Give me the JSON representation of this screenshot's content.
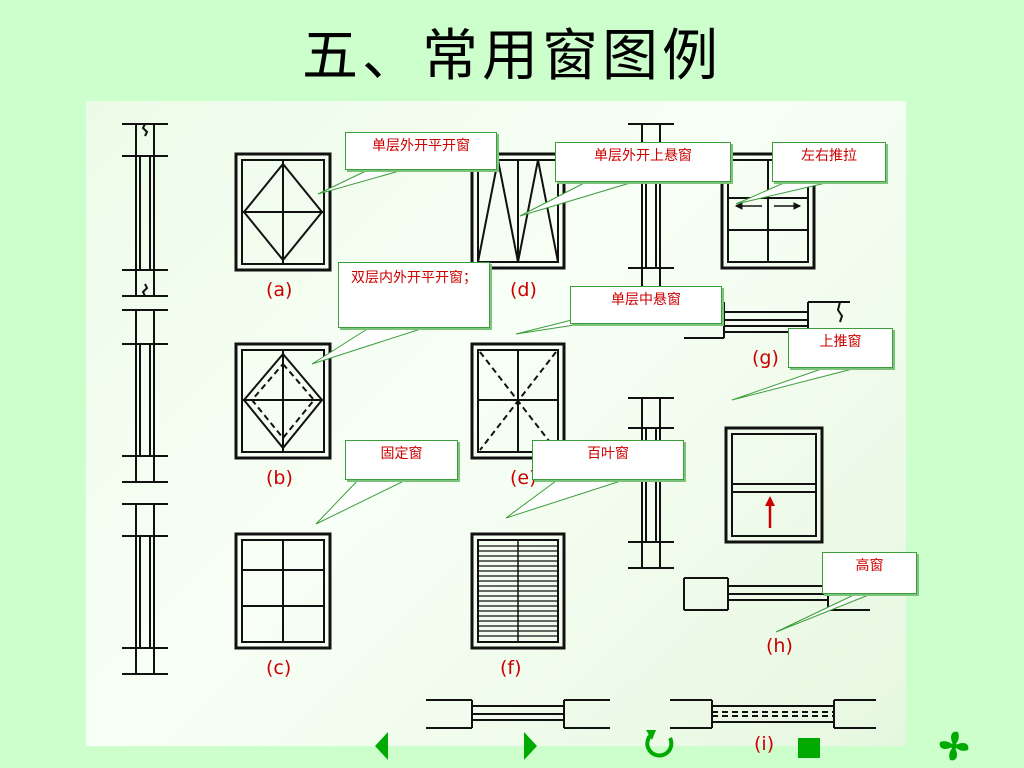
{
  "title": "五、常用窗图例",
  "figure_labels": {
    "a": "(a)",
    "b": "(b)",
    "c": "(c)",
    "d": "(d)",
    "e": "(e)",
    "f": "(f)",
    "g": "(g)",
    "h": "(h)",
    "i": "(i)"
  },
  "callouts": {
    "single_casement": "单层外开平开窗",
    "single_top_hung": "单层外开上悬窗",
    "sliding": "左右推拉",
    "double_casement": "双层内外开平开窗；",
    "center_pivot": "单层中悬窗",
    "sash_up": "上推窗",
    "fixed": "固定窗",
    "louver": "百叶窗",
    "high": "高窗"
  },
  "nav": {
    "prev_icon": "triangle-left-icon",
    "next_icon": "triangle-right-icon",
    "return_icon": "return-arrow-icon",
    "end_icon": "stop-square-icon",
    "menu_icon": "pinwheel-icon"
  },
  "colors": {
    "background": "#ccffcc",
    "accent_green": "#00aa00",
    "callout_text": "#cc0000",
    "label_text": "#cc0000"
  }
}
